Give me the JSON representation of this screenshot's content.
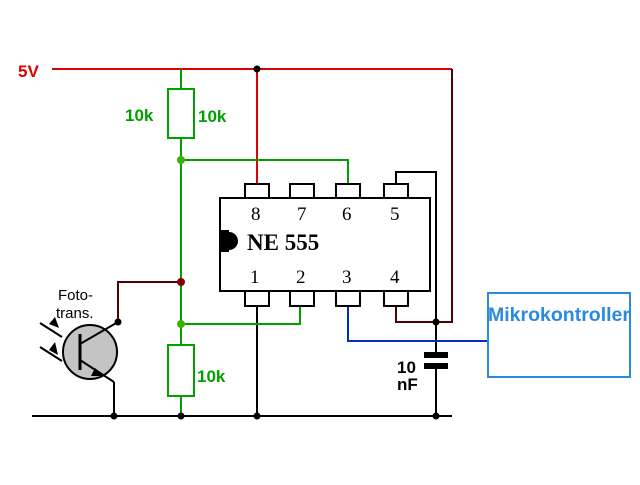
{
  "labels": {
    "supply": "5V",
    "r_top_left": "10k",
    "r_top_right": "10k",
    "r_bottom": "10k",
    "photo_line1": "Foto-",
    "photo_line2": "trans.",
    "cap_value": "10",
    "cap_unit": "nF",
    "chip_name": "NE 555",
    "microcontroller": "Mikrokontroller"
  },
  "pins": {
    "p1": "1",
    "p2": "2",
    "p3": "3",
    "p4": "4",
    "p5": "5",
    "p6": "6",
    "p7": "7",
    "p8": "8"
  },
  "colors": {
    "supply_wire": "#e00000",
    "ground_wire": "#000000",
    "divider_wire": "#00a000",
    "output_wire": "#0030c0",
    "dark_red_wire": "#550000",
    "microcontroller_border": "#2a8ae0",
    "microcontroller_text": "#2a8ae0",
    "photo_body": "#c4c4c4"
  }
}
